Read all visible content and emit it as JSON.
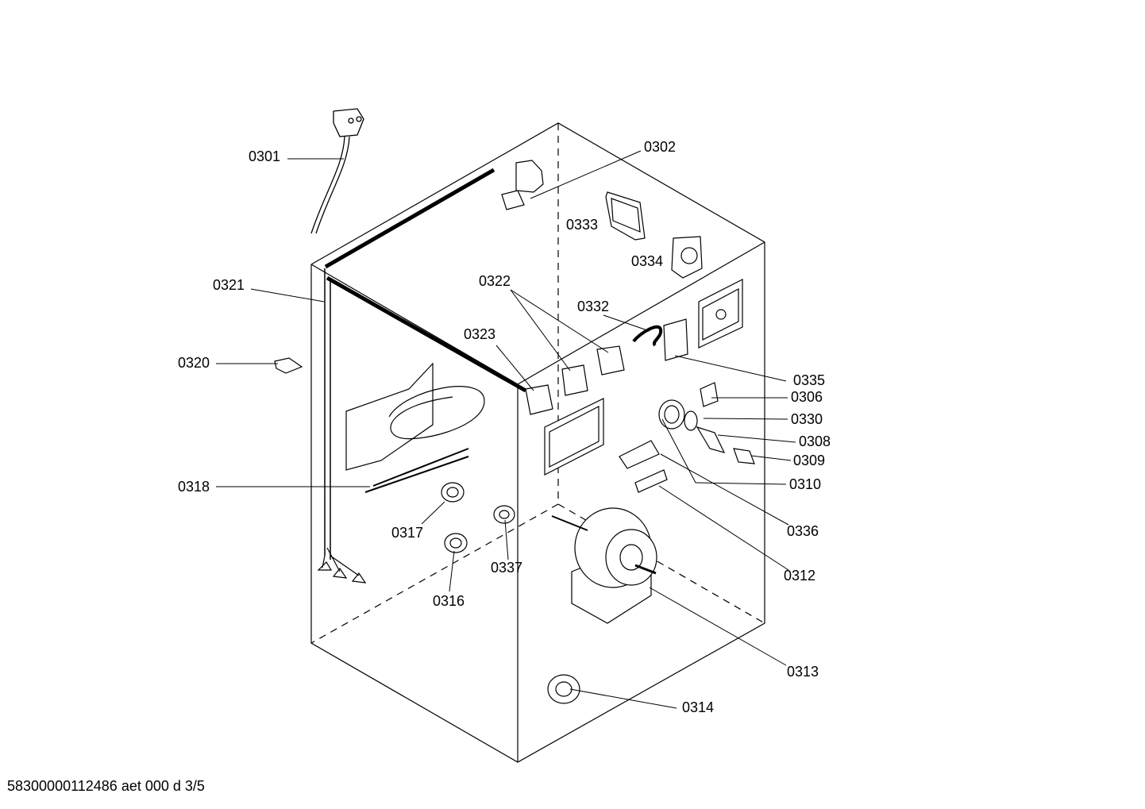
{
  "diagram": {
    "parts": [
      {
        "id": "p0301",
        "label": "0301"
      },
      {
        "id": "p0302",
        "label": "0302"
      },
      {
        "id": "p0333",
        "label": "0333"
      },
      {
        "id": "p0334",
        "label": "0334"
      },
      {
        "id": "p0321",
        "label": "0321"
      },
      {
        "id": "p0322",
        "label": "0322"
      },
      {
        "id": "p0332",
        "label": "0332"
      },
      {
        "id": "p0323",
        "label": "0323"
      },
      {
        "id": "p0320",
        "label": "0320"
      },
      {
        "id": "p0335",
        "label": "0335"
      },
      {
        "id": "p0306",
        "label": "0306"
      },
      {
        "id": "p0330",
        "label": "0330"
      },
      {
        "id": "p0308",
        "label": "0308"
      },
      {
        "id": "p0309",
        "label": "0309"
      },
      {
        "id": "p0310",
        "label": "0310"
      },
      {
        "id": "p0318",
        "label": "0318"
      },
      {
        "id": "p0317",
        "label": "0317"
      },
      {
        "id": "p0336",
        "label": "0336"
      },
      {
        "id": "p0337",
        "label": "0337"
      },
      {
        "id": "p0312",
        "label": "0312"
      },
      {
        "id": "p0316",
        "label": "0316"
      },
      {
        "id": "p0313",
        "label": "0313"
      },
      {
        "id": "p0314",
        "label": "0314"
      }
    ]
  },
  "footer": {
    "text": "58300000112486 aet 000 d 3/5"
  }
}
